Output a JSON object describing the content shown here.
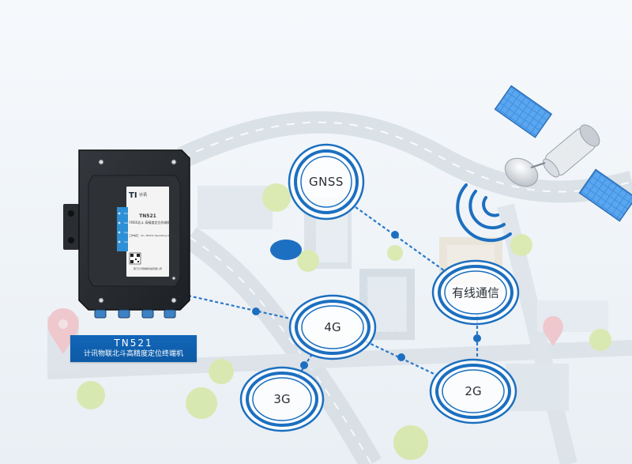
{
  "network_nodes": {
    "gnss": "GNSS",
    "wired": "有线通信",
    "g4": "4G",
    "g3": "3G",
    "g2": "2G"
  },
  "device": {
    "caption_model": "TN521",
    "caption_desc": "计讯物联北斗高精度定位终端机",
    "brand": "计讯",
    "label_model": "TN521",
    "label_name": "GNSS北斗 高精度定位终端机",
    "label_spec": "工作电压：9V~36VDC Operating Voltage",
    "label_company": "厦门计讯物联科技有限公司",
    "led_labels": [
      "Power",
      "Status",
      "Signal",
      "Satellite"
    ]
  },
  "colors": {
    "accent_blue": "#1266b8",
    "link_blue": "#2a78c8",
    "ring_blue": "#1c6fc0",
    "device_body": "#26292d",
    "panel_blue": "#2f8fd4",
    "satellite_panel": "#3f8fe0"
  }
}
